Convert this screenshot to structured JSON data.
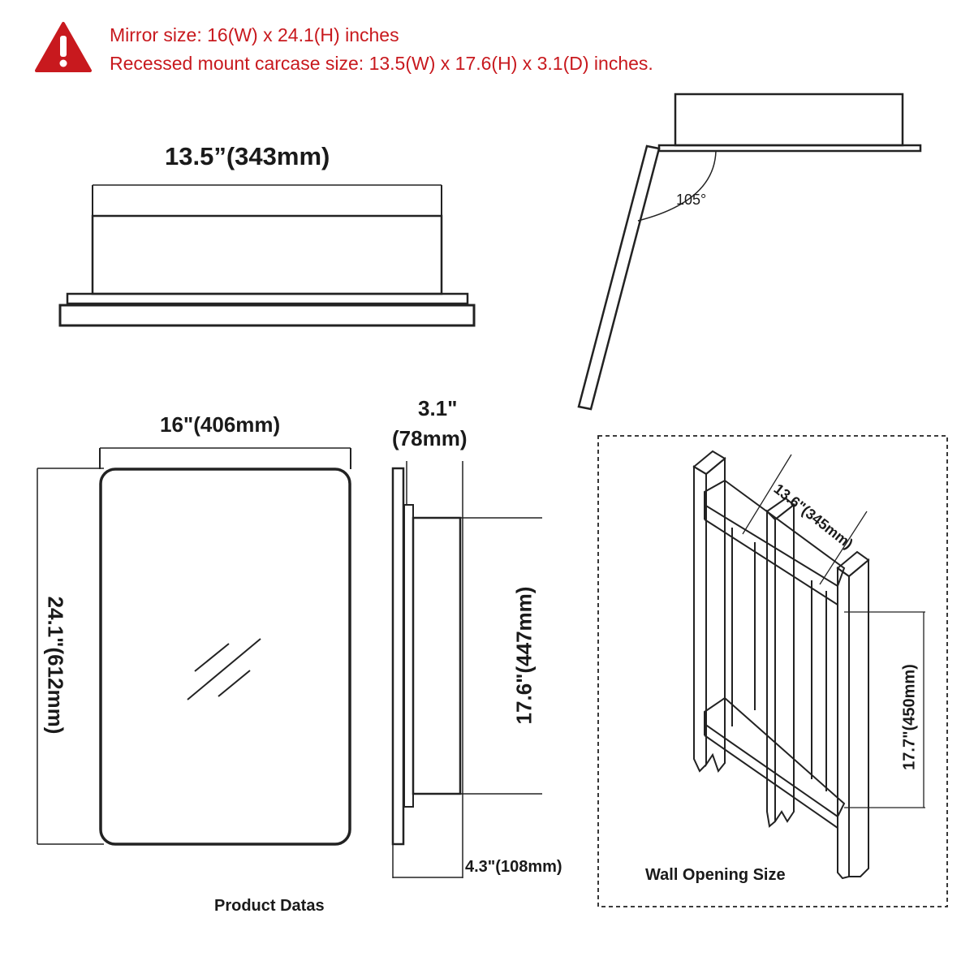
{
  "warning": {
    "icon": "warning-triangle-icon",
    "color": "#c8191e",
    "line1": "Mirror size: 16(W) x 24.1(H) inches",
    "line2": "Recessed mount carcase size: 13.5(W) x 17.6(H) x 3.1(D) inches."
  },
  "top_view": {
    "width_label": "13.5”(343mm)"
  },
  "door_view": {
    "angle_label": "105°"
  },
  "front_view": {
    "width_label": "16\"(406mm)",
    "height_label": "24.1\"(612mm)"
  },
  "side_view": {
    "depth_label_line1": "3.1\"",
    "depth_label_line2": "(78mm)",
    "height_label": "17.6\"(447mm)",
    "total_depth_label": "4.3\"(108mm)"
  },
  "wall_opening": {
    "width_label": "13.6\"(345mm)",
    "height_label": "17.7\"(450mm)",
    "caption": "Wall  Opening  Size"
  },
  "caption": "Product Datas"
}
